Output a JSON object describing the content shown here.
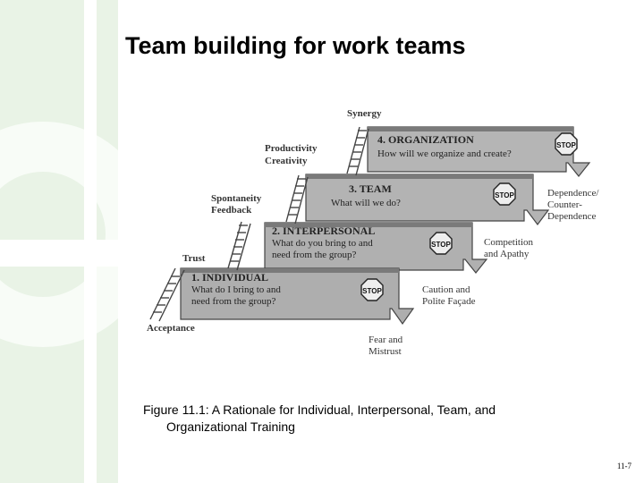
{
  "slide": {
    "title": "Team building for work teams",
    "caption_line1": "Figure 11.1: A Rationale for Individual, Interpersonal, Team, and",
    "caption_line2": "Organizational Training",
    "page_number": "11-7"
  },
  "diagram": {
    "steps": [
      {
        "heading": "1. INDIVIDUAL",
        "question1": "What do I bring to and",
        "question2": "need from the group?",
        "stop": "STOP",
        "ladder_label": "Trust"
      },
      {
        "heading": "2. INTERPERSONAL",
        "question1": "What do you bring to and",
        "question2": "need from the group?",
        "stop": "STOP",
        "ladder_label1": "Spontaneity",
        "ladder_label2": "Feedback"
      },
      {
        "heading": "3. TEAM",
        "question1": "What will we do?",
        "stop": "STOP",
        "ladder_label1": "Productivity",
        "ladder_label2": "Creativity"
      },
      {
        "heading": "4. ORGANIZATION",
        "question1": "How will we organize and create?",
        "stop": "STOP",
        "ladder_label": "Synergy"
      }
    ],
    "base_label": "Acceptance",
    "outcomes": [
      {
        "line1": "Fear and",
        "line2": "Mistrust"
      },
      {
        "line1": "Caution and",
        "line2": "Polite Façade"
      },
      {
        "line1": "Competition",
        "line2": "and Apathy"
      },
      {
        "line1": "Dependence/",
        "line2": "Counter-",
        "line3": "Dependence"
      }
    ]
  }
}
